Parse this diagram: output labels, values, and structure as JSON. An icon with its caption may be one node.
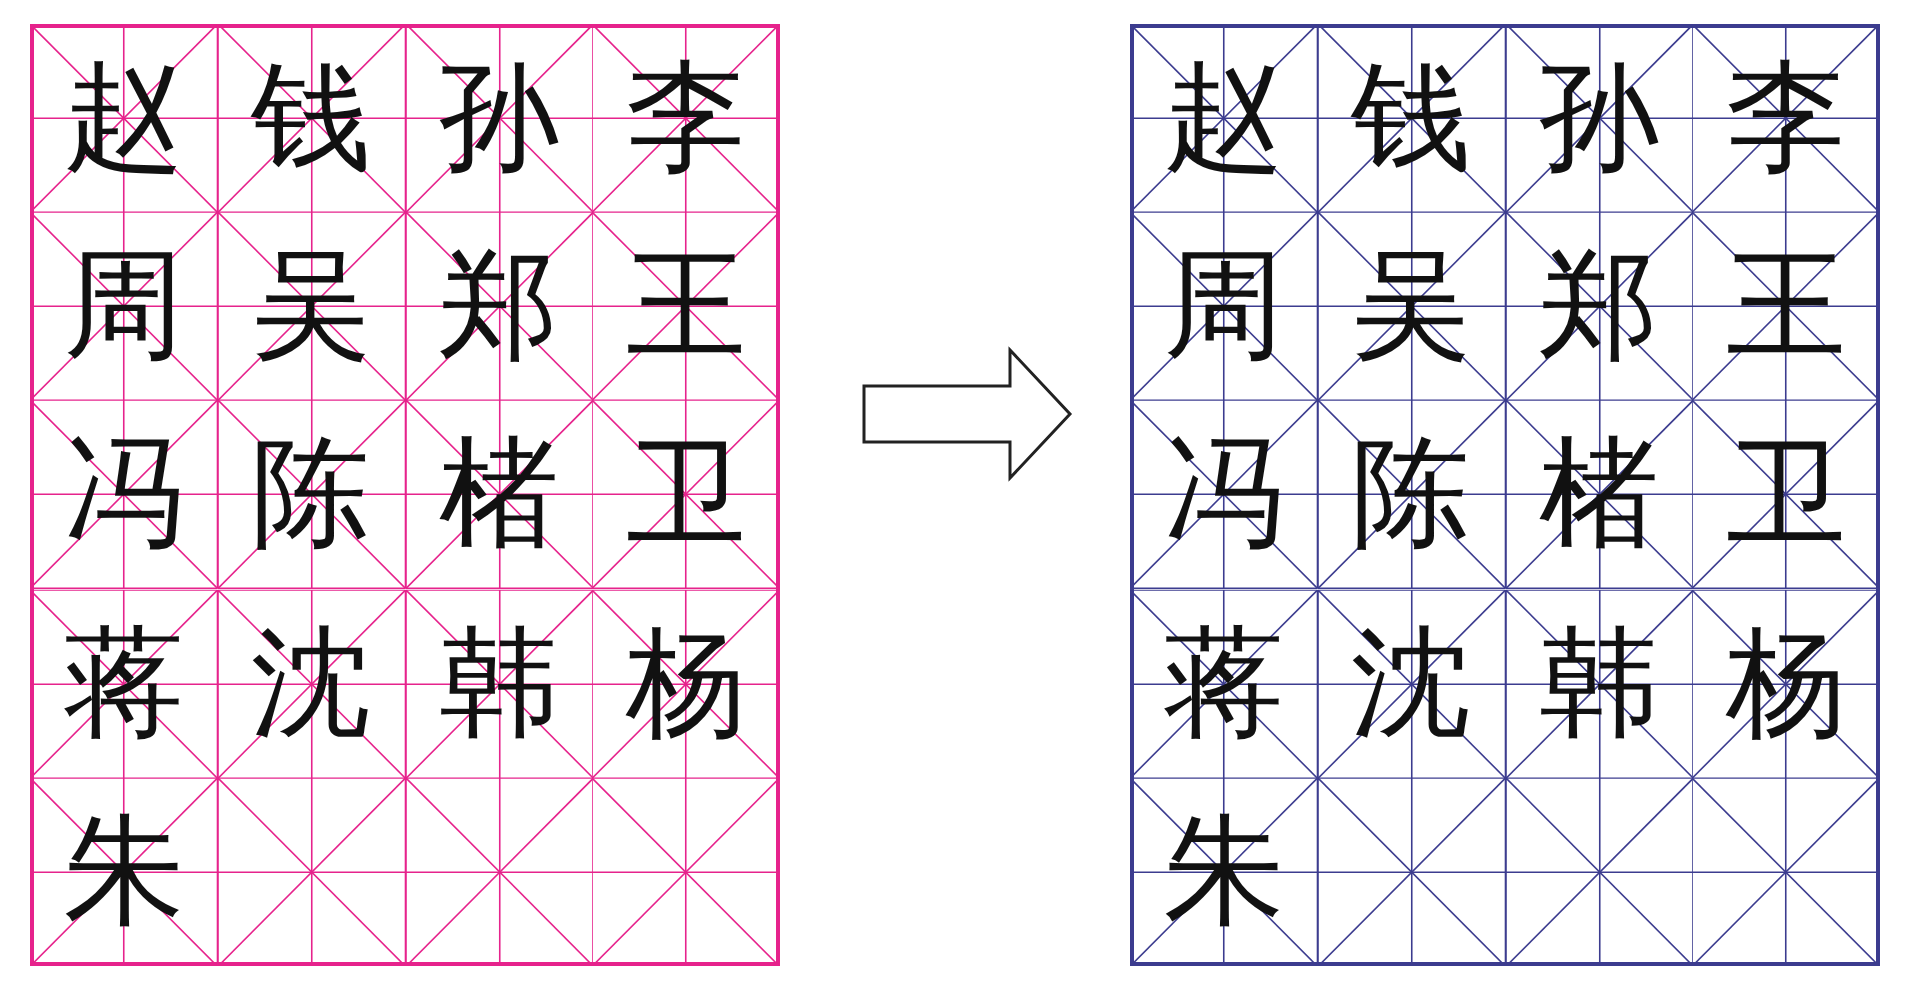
{
  "diagram": {
    "nodes": [
      {
        "text": [],
        "shape": "box"
      },
      {
        "text": [
          "赵"
        ],
        "in": 0
      },
      {
        "text": [
          "钱"
        ],
        "in": 0
      },
      {
        "text": [
          "孙"
        ],
        "in": 0
      },
      {
        "text": [
          "李"
        ],
        "in": 0
      },
      {
        "text": [
          "周"
        ],
        "in": 0
      },
      {
        "text": [
          "吴"
        ],
        "in": 0
      },
      {
        "text": [
          "郑"
        ],
        "in": 0
      },
      {
        "text": [
          "王"
        ],
        "in": 0
      },
      {
        "text": [
          "冯"
        ],
        "in": 0
      },
      {
        "text": [
          "陈"
        ],
        "in": 0
      },
      {
        "text": [
          "楮"
        ],
        "in": 0
      },
      {
        "text": [
          "卫"
        ],
        "in": 0
      },
      {
        "text": [
          "蒋"
        ],
        "in": 0
      },
      {
        "text": [
          "沈"
        ],
        "in": 0
      },
      {
        "text": [
          "韩"
        ],
        "in": 0
      },
      {
        "text": [
          "杨"
        ],
        "in": 0
      },
      {
        "text": [
          "朱"
        ],
        "in": 0
      },
      {
        "text": [],
        "shape": "box",
        "in": 0
      },
      {
        "text": [],
        "shape": "box",
        "in": 0
      },
      {
        "text": [],
        "shape": "box",
        "in": 0
      },
      {
        "text": [],
        "shape": "box"
      },
      {
        "text": [
          "赵"
        ],
        "in": 21
      },
      {
        "text": [
          "钱"
        ],
        "in": 21
      },
      {
        "text": [
          "孙"
        ],
        "in": 21
      },
      {
        "text": [
          "李"
        ],
        "in": 21
      },
      {
        "text": [
          "周"
        ],
        "in": 21
      },
      {
        "text": [
          "吴"
        ],
        "in": 21
      },
      {
        "text": [
          "郑"
        ],
        "in": 21
      },
      {
        "text": [
          "王"
        ],
        "in": 21
      },
      {
        "text": [
          "冯"
        ],
        "in": 21
      },
      {
        "text": [
          "陈"
        ],
        "in": 21
      },
      {
        "text": [
          "楮"
        ],
        "in": 21
      },
      {
        "text": [
          "卫"
        ],
        "in": 21
      },
      {
        "text": [
          "蒋"
        ],
        "in": 21
      },
      {
        "text": [
          "沈"
        ],
        "in": 21
      },
      {
        "text": [
          "韩"
        ],
        "in": 21
      },
      {
        "text": [
          "杨"
        ],
        "in": 21
      },
      {
        "text": [
          "朱"
        ],
        "in": 21
      },
      {
        "text": [],
        "shape": "box",
        "in": 21
      },
      {
        "text": [],
        "shape": "box",
        "in": 21
      },
      {
        "text": [],
        "shape": "box",
        "in": 21
      }
    ],
    "edges": [
      {
        "from": 0,
        "to": 21,
        "arrow": "to"
      }
    ]
  }
}
